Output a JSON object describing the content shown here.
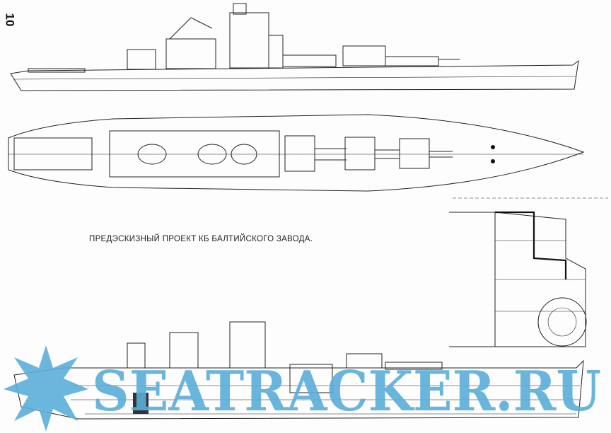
{
  "page_number": "10",
  "caption": "ПРЕДЭСКИЗНЫЙ ПРОЕКТ КБ БАЛТИЙСКОГО ЗАВОДА.",
  "watermark": "SEATRACKER.RU",
  "colors": {
    "watermark": "#5aaed8",
    "ink": "#222222",
    "paper": "#fdfdfd"
  }
}
